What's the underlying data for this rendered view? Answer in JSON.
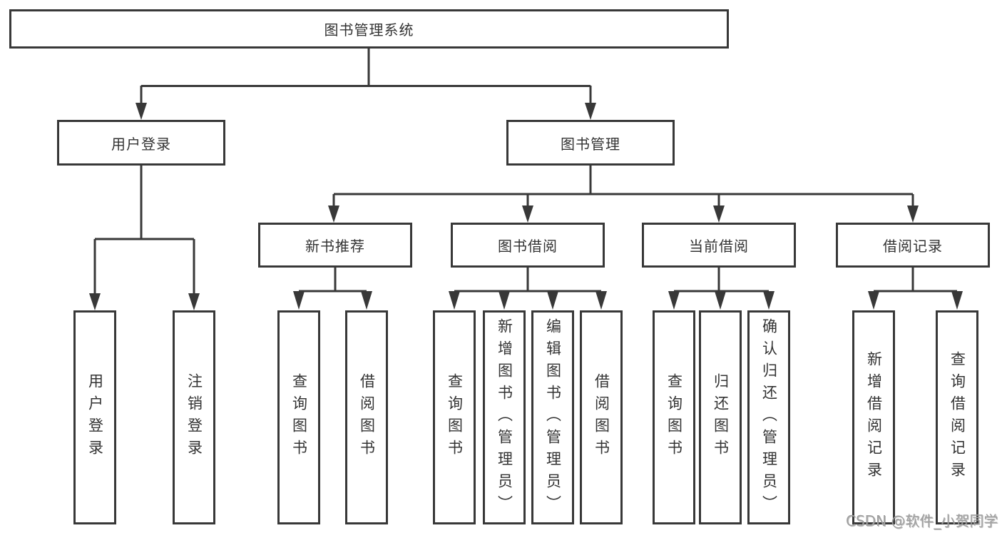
{
  "tree": {
    "root": {
      "label": "图书管理系统"
    },
    "branches": [
      {
        "label": "用户登录",
        "children": [
          {
            "label": "用户登录"
          },
          {
            "label": "注销登录"
          }
        ]
      },
      {
        "label": "图书管理",
        "groups": [
          {
            "label": "新书推荐",
            "children": [
              {
                "label": "查询图书"
              },
              {
                "label": "借阅图书"
              }
            ]
          },
          {
            "label": "图书借阅",
            "children": [
              {
                "label": "查询图书"
              },
              {
                "label": "新增图书（管理员）"
              },
              {
                "label": "编辑图书（管理员）"
              },
              {
                "label": "借阅图书"
              }
            ]
          },
          {
            "label": "当前借阅",
            "children": [
              {
                "label": "查询图书"
              },
              {
                "label": "归还图书"
              },
              {
                "label": "确认归还（管理员）"
              }
            ]
          },
          {
            "label": "借阅记录",
            "children": [
              {
                "label": "新增借阅记录"
              },
              {
                "label": "查询借阅记录"
              }
            ]
          }
        ]
      }
    ]
  },
  "watermark": {
    "text": "CSDN @软件_小贺同学"
  },
  "colors": {
    "line": "#383838",
    "text": "#333333",
    "watermark": "#a0a0a0",
    "background": "#ffffff"
  }
}
